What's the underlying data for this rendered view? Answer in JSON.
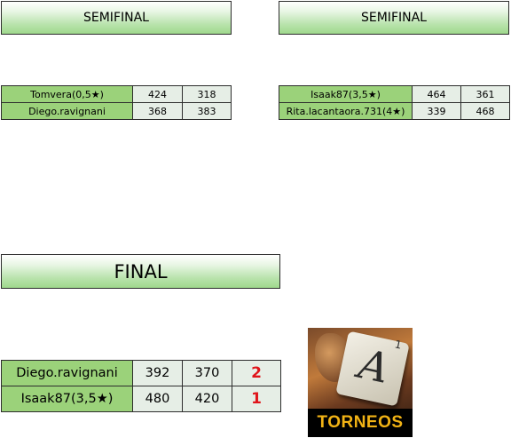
{
  "semifinal_left": {
    "title": "SEMIFINAL",
    "rows": [
      {
        "name": "Tomvera(0,5★)",
        "score1": "424",
        "score2": "318"
      },
      {
        "name": "Diego.ravignani",
        "score1": "368",
        "score2": "383"
      }
    ]
  },
  "semifinal_right": {
    "title": "SEMIFINAL",
    "rows": [
      {
        "name": "Isaak87(3,5★)",
        "score1": "464",
        "score2": "361"
      },
      {
        "name": "Rita.lacantaora.731(4★)",
        "score1": "339",
        "score2": "468"
      }
    ]
  },
  "final": {
    "title": "FINAL",
    "rows": [
      {
        "name": "Diego.ravignani",
        "score1": "392",
        "score2": "370",
        "result": "2"
      },
      {
        "name": "Isaak87(3,5★)",
        "score1": "480",
        "score2": "420",
        "result": "1"
      }
    ]
  },
  "logo": {
    "text": "TORNEOS",
    "tile_letter": "A",
    "tile_number": "1"
  },
  "colors": {
    "name_cell": "#9bd27a",
    "score_cell": "#e6eee6",
    "result_text": "#e0151b",
    "logo_text": "#f2b315"
  }
}
